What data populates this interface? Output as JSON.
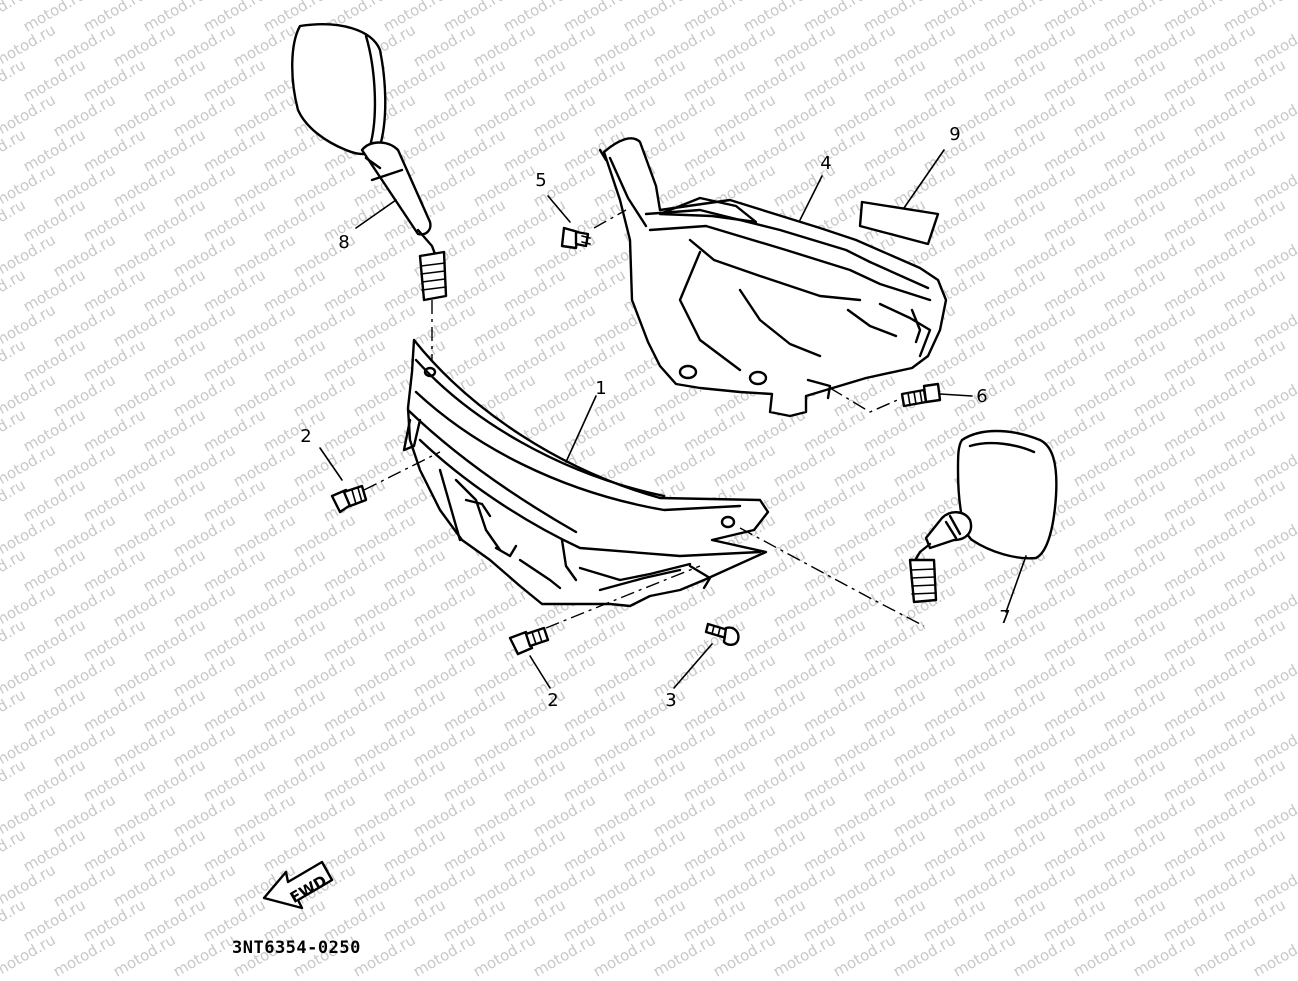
{
  "watermark": "motod.ru",
  "callouts": [
    {
      "id": "1",
      "label": "1"
    },
    {
      "id": "2a",
      "label": "2"
    },
    {
      "id": "2b",
      "label": "2"
    },
    {
      "id": "3",
      "label": "3"
    },
    {
      "id": "4",
      "label": "4"
    },
    {
      "id": "5",
      "label": "5"
    },
    {
      "id": "6",
      "label": "6"
    },
    {
      "id": "7",
      "label": "7"
    },
    {
      "id": "8",
      "label": "8"
    },
    {
      "id": "9",
      "label": "9"
    }
  ],
  "fwd_label": "FWD",
  "diagram_code": "3NT6354-0250"
}
